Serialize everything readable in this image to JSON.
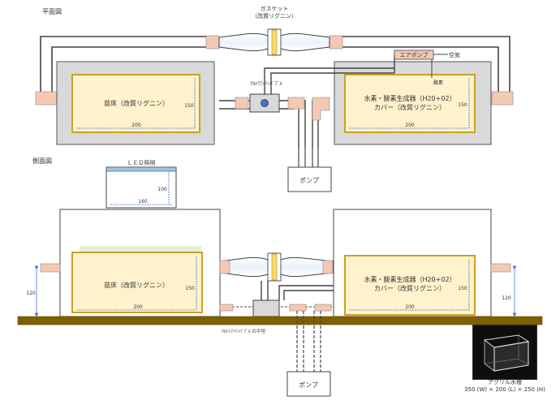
{
  "top_view": {
    "title": "平面図",
    "gasket": {
      "label_line1": "ガスケット",
      "label_line2": "（改質リグニン）"
    },
    "air_pump": "エアポンプ",
    "air": "空気",
    "oxygen": "酸素",
    "ultrafine_bubble": "ｳﾙﾄﾗﾌｧｲﾝﾊﾞﾌﾞﾙ",
    "pump": "ポンプ",
    "seedbed": {
      "label": "苗床（改質リグニン）",
      "width": "200",
      "height": "150"
    },
    "generator": {
      "line1": "水素・酸素生成器（H20+02）",
      "line2": "カバー（改質リグニン）",
      "width": "200",
      "height": "150"
    }
  },
  "side_view": {
    "title": "側面図",
    "led": {
      "label": "ＬＥＤ照明",
      "height": "100",
      "width": "160"
    },
    "seedbed": {
      "label": "苗床（改質リグニン）",
      "width": "200",
      "height": "150"
    },
    "generator": {
      "line1": "水素・酸素生成器（H20+02）",
      "line2": "カバー（改質リグニン）",
      "width": "200",
      "height": "150"
    },
    "left_height": "120",
    "right_height": "120",
    "bubble_wide": "ｳﾙﾄﾗﾌｧｲﾝﾊﾞﾌﾞﾙ の平坦",
    "pump": "ポンプ"
  },
  "photo": {
    "caption_line1": "アクリル水槽",
    "caption_line2": "350 (W) × 200 (L) × 250 (H)"
  },
  "colors": {
    "accent_peach": "#f4c9b3",
    "frame_gray": "#d9d9d9",
    "seedbed_fill": "#fff2cc",
    "seedbed_border": "#c9a227",
    "gasket_yellow": "#ffd966",
    "dim_blue": "#4472c4",
    "table_brown": "#7f6000"
  }
}
